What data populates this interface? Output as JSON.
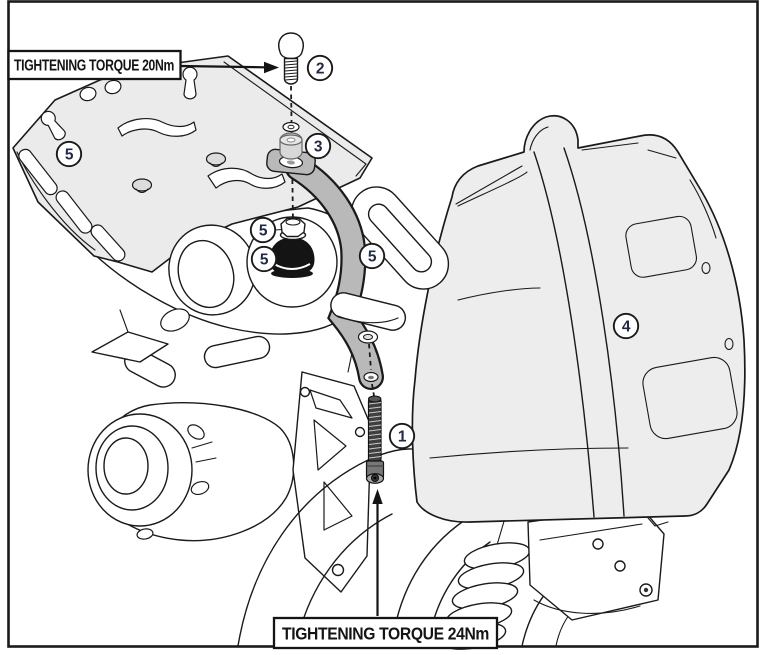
{
  "diagram": {
    "type": "motorcycle-side-case-mounting-instruction",
    "torque_labels": {
      "top": "TIGHTENING TORQUE 20Nm",
      "bottom": "TIGHTENING TORQUE 24Nm"
    },
    "callouts": [
      {
        "number": "1",
        "part": "mounting-bolt"
      },
      {
        "number": "2",
        "part": "fixing-screw"
      },
      {
        "number": "3",
        "part": "washer-spacer"
      },
      {
        "number": "4",
        "part": "side-case"
      },
      {
        "number": "5",
        "part": "rack-plate"
      },
      {
        "number": "5",
        "part": "flange-nut"
      },
      {
        "number": "5",
        "part": "rubber-cap"
      },
      {
        "number": "5",
        "part": "mounting-bracket"
      }
    ],
    "colors": {
      "line": "#1a1a1a",
      "background": "#ffffff",
      "plate_fill": "#ebebeb",
      "bracket_fill": "#b9b9b9",
      "case_fill": "#ededed",
      "cap_fill": "#141414",
      "callout_number": "#232a45"
    }
  }
}
